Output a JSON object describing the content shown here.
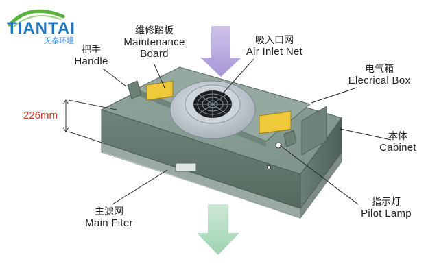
{
  "logo": {
    "brand": "TIANTAI",
    "subtitle": "天泰环境",
    "colors": {
      "primary": "#1f76bf",
      "swoosh": "#5cb13e"
    }
  },
  "dimension": {
    "text": "226mm",
    "color": "#d23a2a"
  },
  "labels": {
    "maintenance": {
      "cn": "维修踏板",
      "en_line1": "Maintenance",
      "en_line2": "Board"
    },
    "handle": {
      "cn": "把手",
      "en": "Handle"
    },
    "air_inlet": {
      "cn": "吸入口网",
      "en": "Air Inlet Net"
    },
    "electrical": {
      "cn": "电气箱",
      "en": "Elecrical Box"
    },
    "cabinet": {
      "cn": "本体",
      "en": "Cabinet"
    },
    "pilot": {
      "cn": "指示灯",
      "en": "Pilot Lamp"
    },
    "filter": {
      "cn": "主滤网",
      "en": "Main Fiter"
    }
  },
  "arrows": {
    "inlet": {
      "direction": "down",
      "color": "#b8a8dc"
    },
    "outlet": {
      "direction": "down",
      "color": "#b4dcc0"
    }
  }
}
